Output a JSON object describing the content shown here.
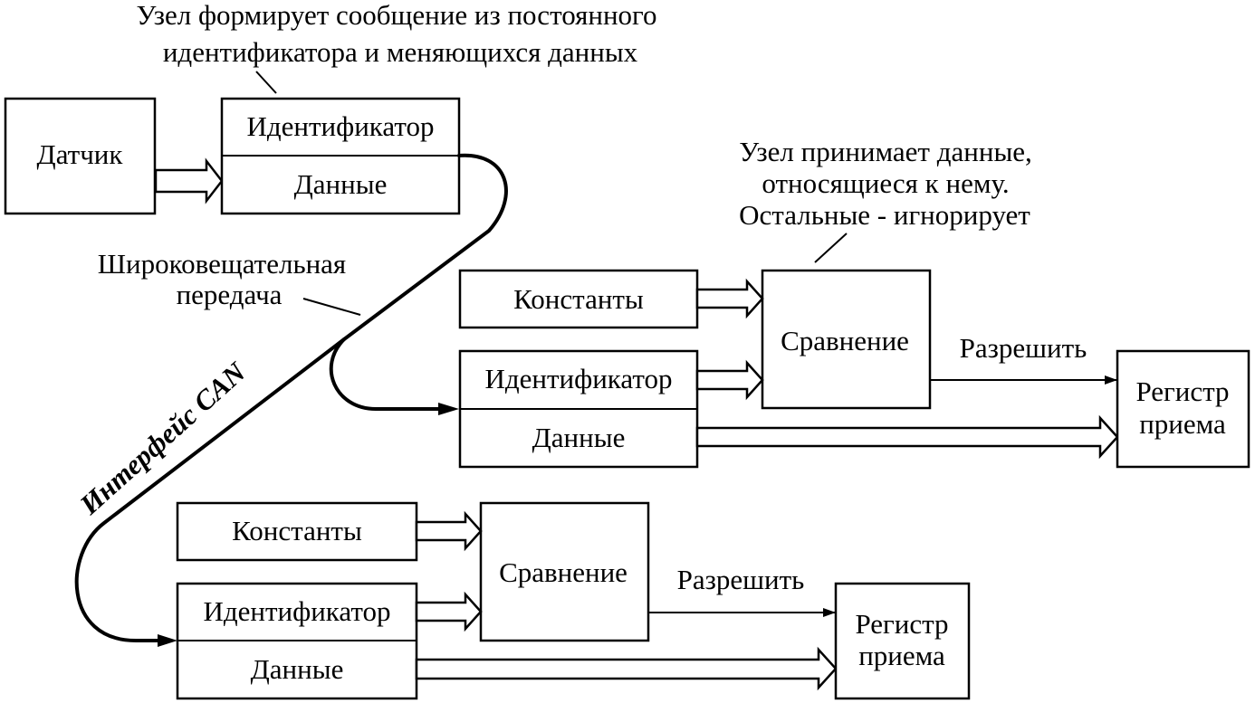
{
  "notes": {
    "sender_line1": "Узел формирует сообщение из постоянного",
    "sender_line2": "идентификатора и меняющихся данных",
    "receiver_line1": "Узел принимает данные,",
    "receiver_line2": "относящиеся к нему.",
    "receiver_line3": "Остальные - игнорирует",
    "broadcast_line1": "Широковещательная",
    "broadcast_line2": "передача",
    "bus_label": "Интерфейс CAN"
  },
  "sender": {
    "sensor": "Датчик",
    "identifier": "Идентификатор",
    "data": "Данные"
  },
  "receiver_1": {
    "constants": "Константы",
    "identifier": "Идентификатор",
    "data": "Данные",
    "compare": "Сравнение",
    "enable": "Разрешить",
    "register_line1": "Регистр",
    "register_line2": "приема"
  },
  "receiver_2": {
    "constants": "Константы",
    "identifier": "Идентификатор",
    "data": "Данные",
    "compare": "Сравнение",
    "enable": "Разрешить",
    "register_line1": "Регистр",
    "register_line2": "приема"
  }
}
